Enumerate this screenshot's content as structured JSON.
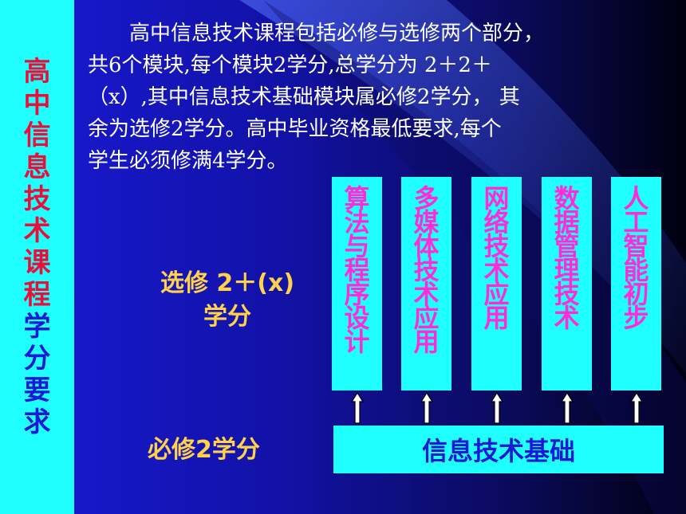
{
  "colors": {
    "background": "#1212a8",
    "sidebar": "#20ffff",
    "title_red": "#e8103a",
    "title_blue": "#1a1ad6",
    "label_yellow": "#ffd24a",
    "module_box": "#20ffff",
    "module_text": "#ff2bd8",
    "base_text": "#1a1ad6"
  },
  "title": {
    "red_chars": [
      "高",
      "中",
      "信",
      "息",
      "技",
      "术",
      "课",
      "程"
    ],
    "blue_chars": [
      "学",
      "分",
      "要",
      "求"
    ]
  },
  "intro": {
    "lines": [
      "　　高中信息技术课程包括必修与选修两个部分，",
      "共6个模块,每个模块2学分,总学分为 2＋2＋",
      "（x）,其中信息技术基础模块属必修2学分， 其",
      "余为选修2学分。高中毕业资格最低要求,每个",
      "学生必须修满4学分。"
    ]
  },
  "elective_label": {
    "line1": "选修 2＋(x)",
    "line2": "学分"
  },
  "required_label": "必修2学分",
  "modules": [
    {
      "name": "算法与程序设计",
      "chars": [
        "算",
        "法",
        "与",
        "程",
        "序",
        "设",
        "计"
      ]
    },
    {
      "name": "多媒体技术应用",
      "chars": [
        "多",
        "媒",
        "体",
        "技",
        "术",
        "应",
        "用"
      ]
    },
    {
      "name": "网络技术应用",
      "chars": [
        "网",
        "络",
        "技",
        "术",
        "应",
        "用"
      ]
    },
    {
      "name": "数据管理技术",
      "chars": [
        "数",
        "据",
        "管",
        "理",
        "技",
        "术"
      ]
    },
    {
      "name": "人工智能初步",
      "chars": [
        "人",
        "工",
        "智",
        "能",
        "初",
        "步"
      ]
    }
  ],
  "base_module": "信息技术基础"
}
